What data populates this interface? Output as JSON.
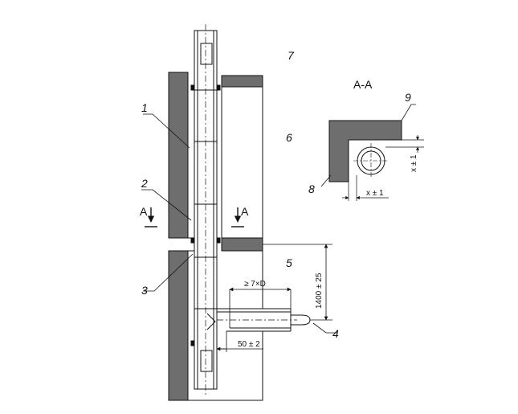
{
  "drawing": {
    "section_label": "A-A",
    "cut_marker_left": "A",
    "cut_marker_right": "A",
    "callouts": {
      "c1": "1",
      "c2": "2",
      "c3": "3",
      "c4": "4",
      "c5": "5",
      "c6": "6",
      "c7": "7",
      "c8": "8",
      "c9": "9"
    },
    "dimensions": {
      "straight_run": "≥ 7×D",
      "height": "1400 ± 25",
      "offset": "50 ± 2",
      "section_x_horizontal": "x ± 1",
      "section_x_vertical": "x ± 1"
    },
    "colors": {
      "hatch_fill": "#6e6e6e",
      "line": "#111111"
    }
  }
}
